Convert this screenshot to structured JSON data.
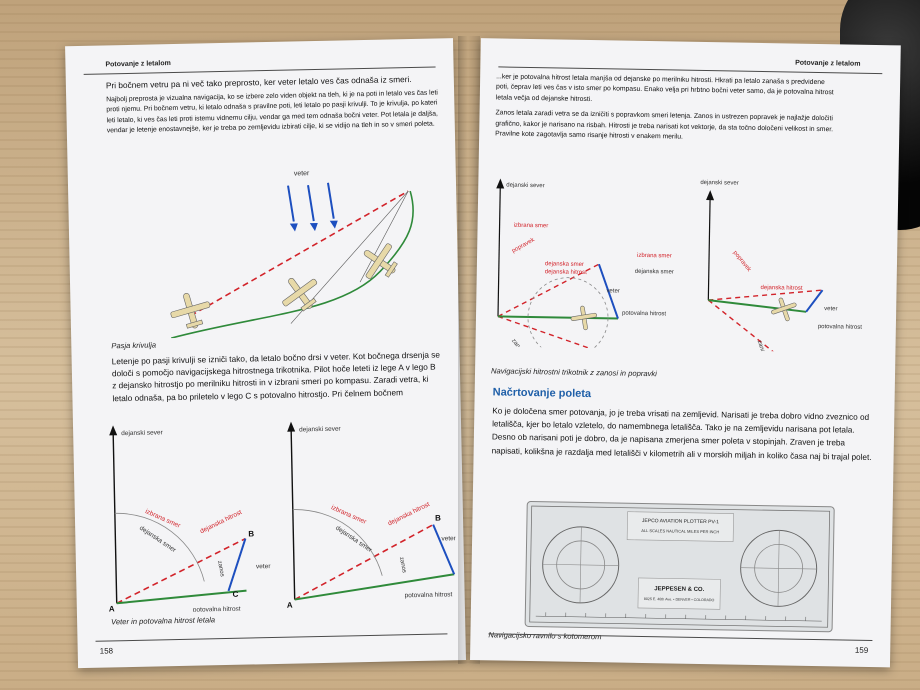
{
  "left_page": {
    "running_head": "Potovanje z letalom",
    "intro": "Pri bočnem vetru pa ni več tako preprosto, ker veter letalo ves čas odnaša iz smeri.",
    "paragraph": "Najbolj preprosta je vizualna navigacija, ko se izbere zelo viden objekt na tleh, ki je na poti in letalo ves čas leti proti njemu. Pri bočnem vetru, ki letalo odnaša s pravilne poti, leti letalo po pasji krivulji. To je krivulja, po kateri leti letalo, ki ves čas leti proti istemu vidnemu cilju, vendar ga med tem odnaša bočni veter. Pot letala je daljša, vendar je letenje enostavnejše, ker je treba po zemljevidu izbirati cilje, ki se vidijo na tleh in so v smeri poleta.",
    "fig1_wind_label": "veter",
    "fig1_caption": "Pasja krivulja",
    "paragraph2": "Letenje po pasji krivulji se izniči tako, da letalo bočno drsi v veter. Kot bočnega drsenja se določi s pomočjo navigacijskega hitrostnega trikotnika. Pilot hoče leteti iz lege A v lego B z dejansko hitrostjo po merilniku hitrosti in v izbrani smeri po kompasu. Zaradi vetra, ki letalo odnaša, pa bo priletelo v lego C s potovalno hitrostjo. Pri čelnem bočnem",
    "diagram_labels": {
      "north": "dejanski sever",
      "chosen_heading": "izbrana smer",
      "actual_heading": "dejanska smer",
      "actual_speed": "dejanska hitrost",
      "drift": "zanos",
      "wind": "veter",
      "ground_speed": "potovalna hitrost",
      "point_a": "A",
      "point_b": "B",
      "point_c": "C"
    },
    "fig2_caption": "Veter in potovalna hitrost letala",
    "page_number": "158"
  },
  "right_page": {
    "running_head": "Potovanje z letalom",
    "paragraph1": "...ker je potovalna hitrost letala manjša od dejanske po merilniku hitrosti. Hkrati pa letalo zanaša s predvidene poti, čeprav leti ves čas v isto smer po kompasu. Enako velja pri hrbtno bočni veter samo, da je potovalna hitrost letala večja od dejanske hitrosti.",
    "paragraph2": "Zanos letala zaradi vetra se da izničiti s popravkom smeri letenja. Zanos in ustrezen popravek je najlažje določiti grafično, kakor je narisano na risbah. Hitrosti je treba narisati kot vektorje, da sta točno določeni velikost in smer. Pravilne kote zagotavlja samo risanje hitrosti v enakem merilu.",
    "diagram_labels": {
      "north": "dejanski sever",
      "chosen_heading": "izbrana smer",
      "correction": "popravek",
      "actual_heading": "dejanska smer",
      "actual_speed": "dejanska hitrost",
      "drift": "zanos",
      "wind": "veter",
      "ground_speed": "potovalna hitrost"
    },
    "fig_caption": "Navigacijski hitrostni trikotnik z zanosi in popravki",
    "section_title": "Načrtovanje poleta",
    "section_text": "Ko je določena smer potovanja, jo je treba vrisati na zemljevid. Narisati je treba dobro vidno zveznico od letališča, kjer bo letalo vzletelo, do namembnega letališča. Tako je na zemljevidu narisana pot letala. Desno ob narisani poti je dobro, da je napisana zmerjena smer poleta v stopinjah. Zraven je treba napisati, kolikšna je razdalja med letališči v kilometrih ali v morskih miljah in koliko časa naj bi trajal polet.",
    "plotter_text": {
      "title": "JEPCO AVIATION PLOTTER PV-1",
      "subtitle": "ALL SCALES NAUTICAL MILES PER INCH",
      "brand": "JEPPESEN & CO.",
      "address": "8025 E. 40th Ave. • DENVER • COLORADO"
    },
    "plotter_caption": "Navigacijsko ravnilo s kotomerom",
    "page_number": "159"
  },
  "colors": {
    "heading_blue": "#1f5fa8",
    "vector_red": "#d2232a",
    "vector_green": "#2f8a3a",
    "vector_blue": "#1d4fbf"
  }
}
